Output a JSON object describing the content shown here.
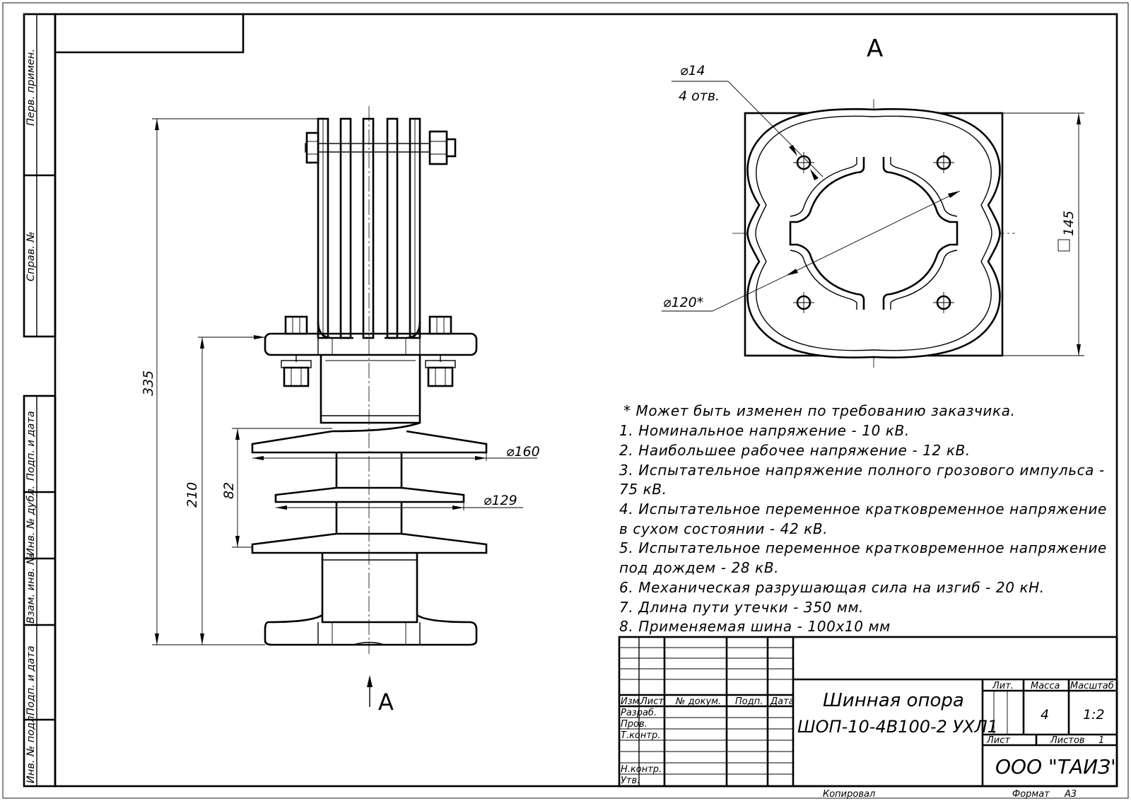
{
  "side_stamp": {
    "perv_primen": "Перв. примен.",
    "sprav_no": "Справ. №",
    "podp_data_1": "Подп. и дата",
    "inv_dubl": "Инв. № дубл.",
    "vzam_inv": "Взам. инв. №",
    "podp_data_2": "Подп. и дата",
    "inv_podl": "Инв. № подл."
  },
  "view_label": "А",
  "view_arrow_label": "А",
  "dims": {
    "d14": "⌀14",
    "holes": "4 отв.",
    "sq145": "145",
    "d120": "⌀120*",
    "h335": "335",
    "h210": "210",
    "h82": "82",
    "d160": "⌀160",
    "d129": "⌀129"
  },
  "notes": [
    "* Может быть изменен по требованию заказчика.",
    "1. Номинальное напряжение - 10 кВ.",
    "2. Наибольшее рабочее напряжение - 12 кВ.",
    "3. Испытательное напряжение полного грозового импульса -",
    "75 кВ.",
    "4. Испытательное переменное кратковременное напряжение",
    "в сухом состоянии - 42 кВ.",
    "5. Испытательное переменное кратковременное напряжение",
    "под дождем - 28 кВ.",
    "6. Механическая разрушающая сила на изгиб - 20 кН.",
    "7. Длина пути утечки - 350 мм.",
    "8. Применяемая шина - 100х10 мм"
  ],
  "title_block": {
    "col_izm": "Изм.",
    "col_list": "Лист",
    "col_docum": "№ докум.",
    "col_podp": "Подп.",
    "col_data": "Дата",
    "razrab": "Разраб.",
    "prov": "Пров.",
    "tkontr": "Т.контр.",
    "nkontr": "Н.контр.",
    "utv": "Утв.",
    "name_line1": "Шинная опора",
    "name_line2": "ШОП-10-4В100-2 УХЛ1",
    "lit": "Лит.",
    "massa": "Масса",
    "masshtab": "Масштаб",
    "massa_value": "4",
    "scale_value": "1:2",
    "list": "Лист",
    "listov": "Листов",
    "listov_value": "1",
    "company": "ООО \"ТАИЗ\"",
    "kopiroval": "Копировал",
    "format": "Формат",
    "format_value": "А3"
  }
}
